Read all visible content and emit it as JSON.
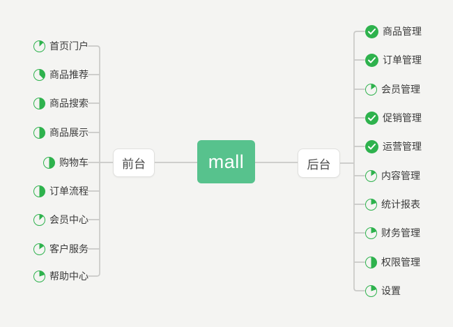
{
  "diagram": {
    "type": "mindmap",
    "center": {
      "label": "mall"
    },
    "front": {
      "label": "前台",
      "items": [
        {
          "label": "首页门户",
          "status": "in-progress",
          "progress": 12.5,
          "icon": "pie-progress-icon"
        },
        {
          "label": "商品推荐",
          "status": "in-progress",
          "progress": 37.5,
          "icon": "pie-progress-icon"
        },
        {
          "label": "商品搜索",
          "status": "in-progress",
          "progress": 50,
          "icon": "pie-progress-icon"
        },
        {
          "label": "商品展示",
          "status": "in-progress",
          "progress": 50,
          "icon": "pie-progress-icon"
        },
        {
          "label": "购物车",
          "status": "in-progress",
          "progress": 50,
          "icon": "pie-progress-icon"
        },
        {
          "label": "订单流程",
          "status": "in-progress",
          "progress": 50,
          "icon": "pie-progress-icon"
        },
        {
          "label": "会员中心",
          "status": "in-progress",
          "progress": 12.5,
          "icon": "pie-progress-icon"
        },
        {
          "label": "客户服务",
          "status": "in-progress",
          "progress": 15,
          "icon": "pie-progress-icon"
        },
        {
          "label": "帮助中心",
          "status": "in-progress",
          "progress": 20,
          "icon": "pie-progress-icon"
        }
      ]
    },
    "back": {
      "label": "后台",
      "items": [
        {
          "label": "商品管理",
          "status": "done",
          "progress": 100,
          "icon": "check-circle-icon"
        },
        {
          "label": "订单管理",
          "status": "done",
          "progress": 100,
          "icon": "check-circle-icon"
        },
        {
          "label": "会员管理",
          "status": "in-progress",
          "progress": 15,
          "icon": "pie-progress-icon"
        },
        {
          "label": "促销管理",
          "status": "done",
          "progress": 100,
          "icon": "check-circle-icon"
        },
        {
          "label": "运营管理",
          "status": "done",
          "progress": 100,
          "icon": "check-circle-icon"
        },
        {
          "label": "内容管理",
          "status": "in-progress",
          "progress": 15,
          "icon": "pie-progress-icon"
        },
        {
          "label": "统计报表",
          "status": "in-progress",
          "progress": 20,
          "icon": "pie-progress-icon"
        },
        {
          "label": "财务管理",
          "status": "in-progress",
          "progress": 20,
          "icon": "pie-progress-icon"
        },
        {
          "label": "权限管理",
          "status": "in-progress",
          "progress": 50,
          "icon": "pie-progress-icon"
        },
        {
          "label": "设置",
          "status": "in-progress",
          "progress": 20,
          "icon": "pie-progress-icon"
        }
      ]
    },
    "colors": {
      "background": "#f4f4f2",
      "center_node_green": "#57c28d",
      "progress_green": "#2eb24d",
      "connector_line": "#c9c9c7",
      "branch_node_bg": "#ffffff",
      "text": "#3a3a3a"
    }
  }
}
